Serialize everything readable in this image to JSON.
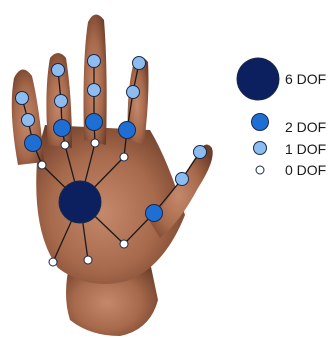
{
  "colors": {
    "dof6": "#0c1f5e",
    "dof2": "#1f6ed4",
    "dof1": "#8cbcf0",
    "dof0": "#ffffff",
    "node_stroke": "#1a2a4a",
    "link": "#1a1a1a",
    "skin": "#a86a4c",
    "skin_shadow": "#6e3e2a"
  },
  "legend": [
    {
      "dof": 6,
      "label": "6 DOF"
    },
    {
      "dof": 2,
      "label": "2 DOF"
    },
    {
      "dof": 1,
      "label": "1 DOF"
    },
    {
      "dof": 0,
      "label": "0 DOF"
    }
  ]
}
